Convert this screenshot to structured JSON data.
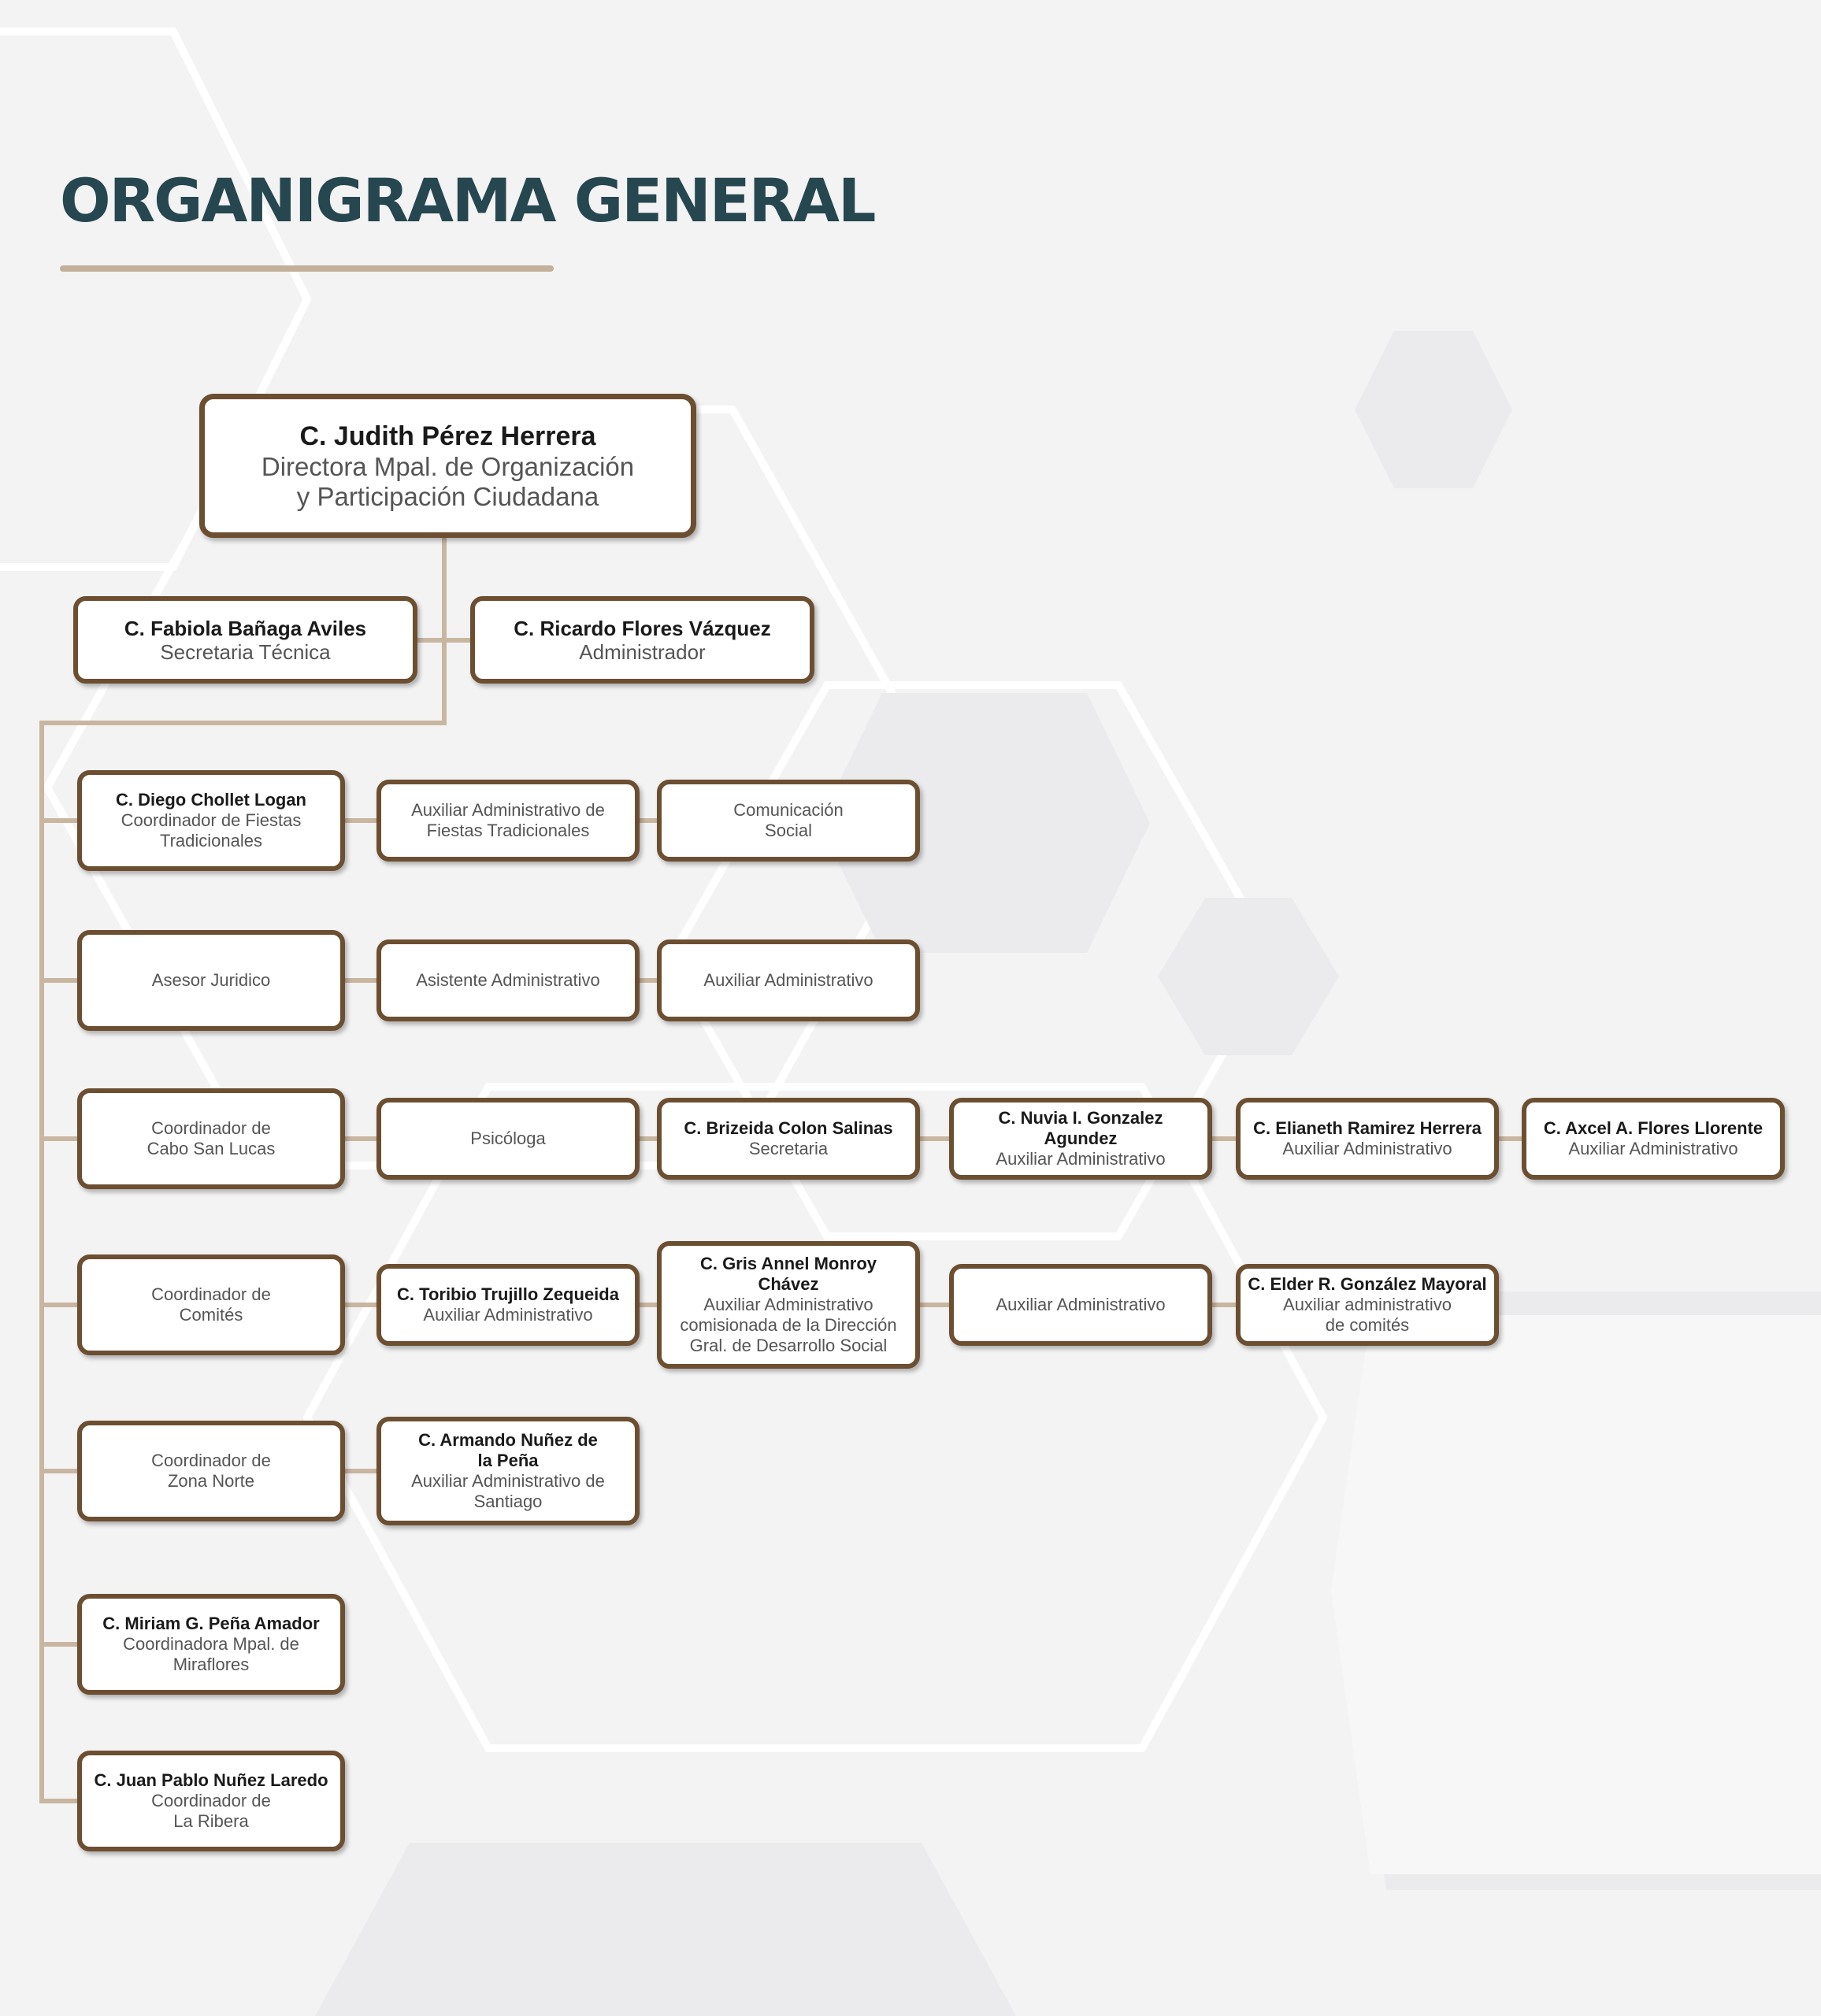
{
  "header": {
    "title": "ORGANIGRAMA GENERAL"
  },
  "colors": {
    "title": "#264650",
    "accent_rule": "#c2b09b",
    "box_border": "#6c4e31",
    "connector": "#c9b6a0"
  },
  "director": {
    "name": "C. Judith Pérez Herrera",
    "role": "Directora Mpal. de Organización\ny Participación Ciudadana"
  },
  "staff": [
    {
      "name": "C. Fabiola Bañaga Aviles",
      "role": "Secretaria Técnica"
    },
    {
      "name": "C. Ricardo Flores Vázquez",
      "role": "Administrador"
    }
  ],
  "rows": [
    {
      "items": [
        {
          "name": "C. Diego Chollet Logan",
          "role": "Coordinador de Fiestas\nTradicionales"
        },
        {
          "name": "",
          "role": "Auxiliar Administrativo de\nFiestas Tradicionales"
        },
        {
          "name": "",
          "role": "Comunicación\nSocial"
        }
      ]
    },
    {
      "items": [
        {
          "name": "",
          "role": "Asesor Juridico"
        },
        {
          "name": "",
          "role": "Asistente Administrativo"
        },
        {
          "name": "",
          "role": "Auxiliar Administrativo"
        }
      ]
    },
    {
      "items": [
        {
          "name": "",
          "role": "Coordinador de\nCabo San Lucas"
        },
        {
          "name": "",
          "role": "Psicóloga"
        },
        {
          "name": "C. Brizeida Colon Salinas",
          "role": "Secretaria"
        },
        {
          "name": "C. Nuvia I. Gonzalez\nAgundez",
          "role": "Auxiliar Administrativo"
        },
        {
          "name": "C. Elianeth Ramirez Herrera",
          "role": "Auxiliar Administrativo"
        },
        {
          "name": "C. Axcel A. Flores Llorente",
          "role": "Auxiliar Administrativo"
        }
      ]
    },
    {
      "items": [
        {
          "name": "",
          "role": "Coordinador de\nComités"
        },
        {
          "name": "C. Toribio Trujillo Zequeida",
          "role": "Auxiliar Administrativo"
        },
        {
          "name": "C. Gris Annel Monroy\nChávez",
          "role": "Auxiliar Administrativo\ncomisionada de la Dirección\nGral. de Desarrollo Social"
        },
        {
          "name": "",
          "role": "Auxiliar Administrativo"
        },
        {
          "name": "C. Elder R. González Mayoral",
          "role": "Auxiliar administrativo\nde comités"
        }
      ]
    },
    {
      "items": [
        {
          "name": "",
          "role": "Coordinador de\nZona Norte"
        },
        {
          "name": "C. Armando Nuñez de\nla Peña",
          "role": "Auxiliar Administrativo de\nSantiago"
        }
      ]
    },
    {
      "items": [
        {
          "name": "C. Miriam G. Peña Amador",
          "role": "Coordinadora Mpal. de\nMiraflores"
        }
      ]
    },
    {
      "items": [
        {
          "name": "C. Juan Pablo Nuñez Laredo",
          "role": "Coordinador de\nLa Ribera"
        }
      ]
    }
  ]
}
